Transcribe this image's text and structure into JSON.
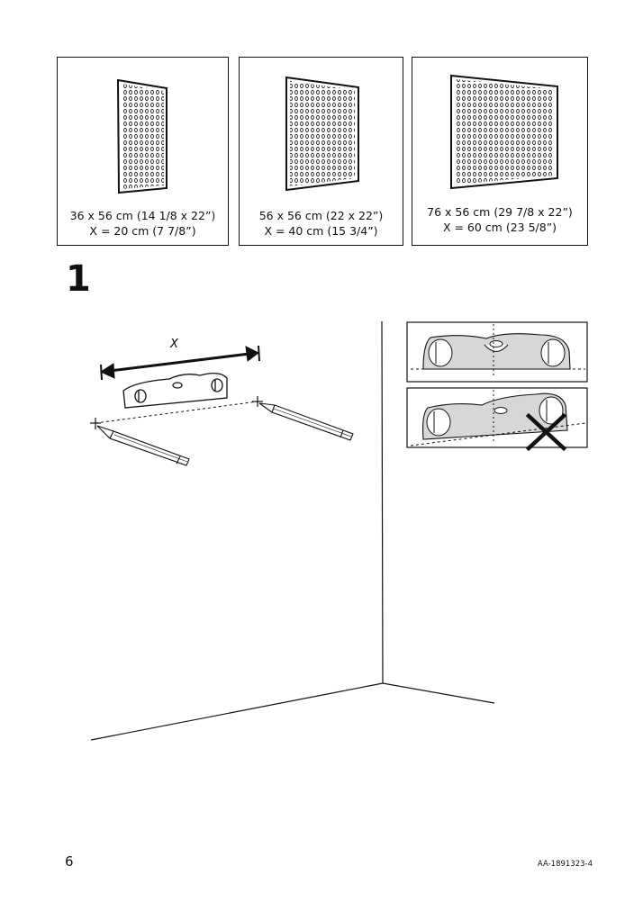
{
  "sizes": [
    {
      "line1": "36 x 56 cm (14 1/8 x 22”)",
      "line2": "X = 20 cm (7 7/8”)"
    },
    {
      "line1": "56 x 56 cm (22 x 22”)",
      "line2": "X = 40 cm (15 3/4”)"
    },
    {
      "line1": "76 x 56 cm (29 7/8 x 22”)",
      "line2": "X = 60 cm (23 5/8”)"
    }
  ],
  "step": {
    "number": "1",
    "distance_label": "X"
  },
  "footer": {
    "page_number": "6",
    "doc_code": "AA-1891323-4"
  }
}
